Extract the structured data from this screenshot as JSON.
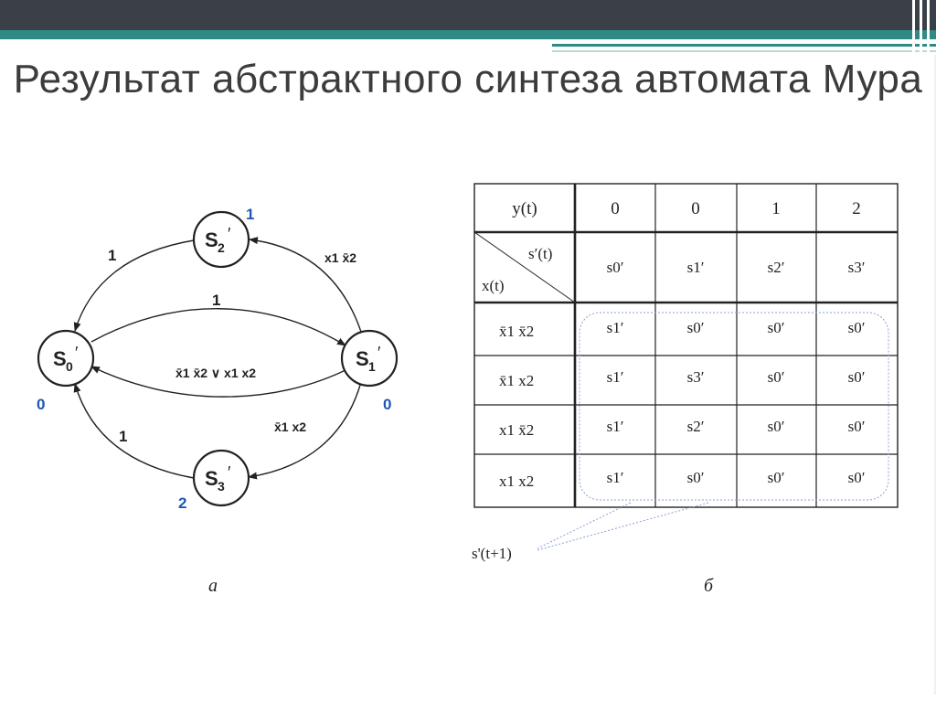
{
  "title": "Результат абстрактного синтеза автомата Мура",
  "graph": {
    "states": [
      {
        "name": "S",
        "sub": "0",
        "output": "0"
      },
      {
        "name": "S",
        "sub": "1",
        "output": "0"
      },
      {
        "name": "S",
        "sub": "2",
        "output": "1"
      },
      {
        "name": "S",
        "sub": "3",
        "output": "2"
      }
    ],
    "edges": [
      {
        "from": "S2",
        "to": "S0",
        "label": "1"
      },
      {
        "from": "S1",
        "to": "S2",
        "label": "x1 x̄2"
      },
      {
        "from": "S0",
        "to": "S1",
        "label": "1"
      },
      {
        "from": "S1",
        "to": "S0",
        "label": "x̄1 x̄2 ∨ x1 x2"
      },
      {
        "from": "S3",
        "to": "S0",
        "label": "1"
      },
      {
        "from": "S1",
        "to": "S3",
        "label": "x̄1 x2"
      }
    ],
    "caption": "а"
  },
  "table": {
    "y_header": "y(t)",
    "y_values": [
      "0",
      "0",
      "1",
      "2"
    ],
    "corner_top": "s′(t)",
    "corner_bottom": "x(t)",
    "states": [
      "s0′",
      "s1′",
      "s2′",
      "s3′"
    ],
    "rows": [
      {
        "x": "x̄1 x̄2",
        "cells": [
          "s1′",
          "s0′",
          "s0′",
          "s0′"
        ]
      },
      {
        "x": "x̄1 x2",
        "cells": [
          "s1′",
          "s3′",
          "s0′",
          "s0′"
        ]
      },
      {
        "x": "x1 x̄2",
        "cells": [
          "s1′",
          "s2′",
          "s0′",
          "s0′"
        ]
      },
      {
        "x": "x1 x2",
        "cells": [
          "s1′",
          "s0′",
          "s0′",
          "s0′"
        ]
      }
    ],
    "callout": "s'(t+1)",
    "caption": "б"
  }
}
